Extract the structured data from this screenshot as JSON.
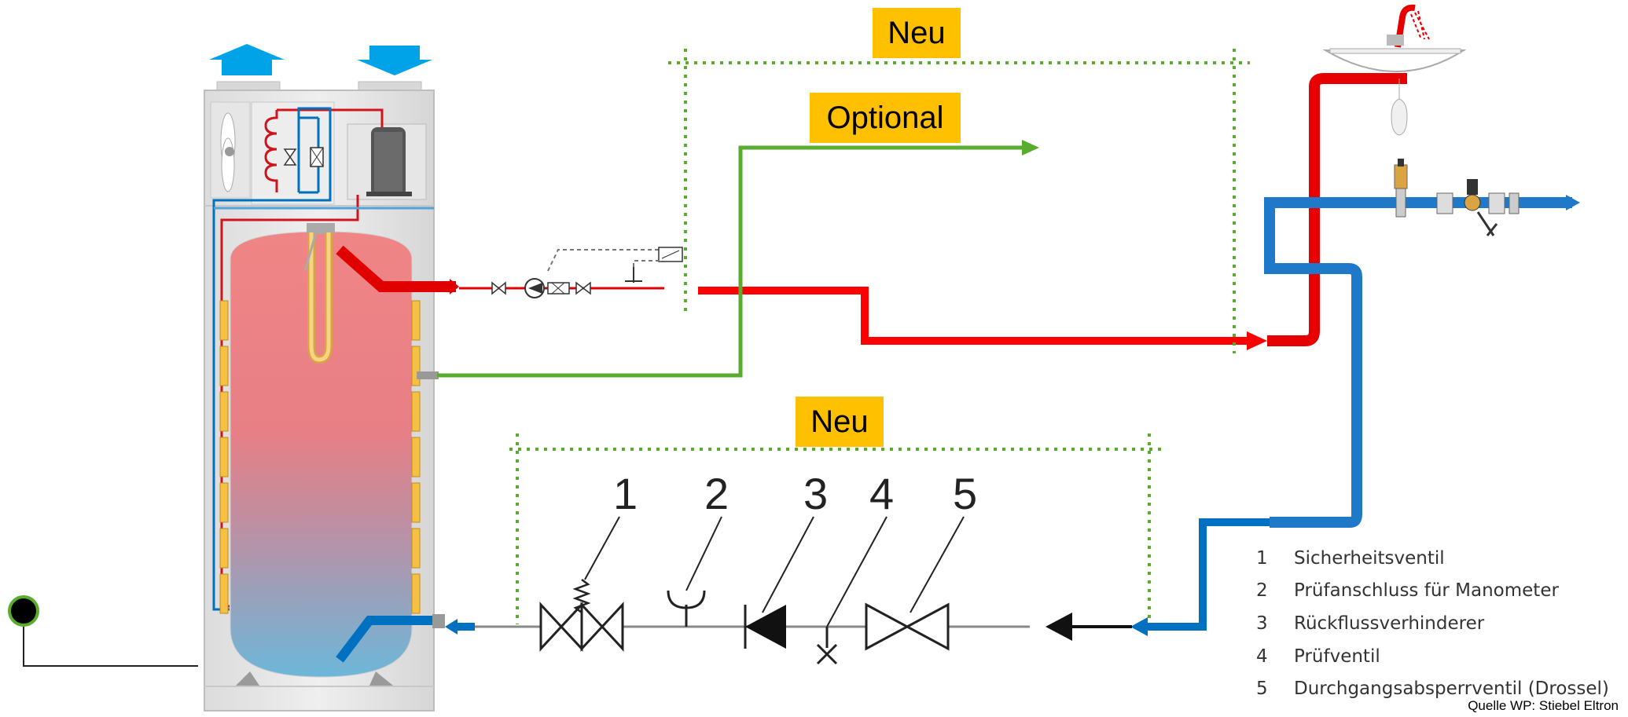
{
  "labels": {
    "neu_top": "Neu",
    "optional": "Optional",
    "neu_bottom": "Neu"
  },
  "valve_numbers": [
    "1",
    "2",
    "3",
    "4",
    "5"
  ],
  "legend": [
    {
      "num": "1",
      "text": "Sicherheitsventil"
    },
    {
      "num": "2",
      "text": "Prüfanschluss für Manometer"
    },
    {
      "num": "3",
      "text": "Rückflussverhinderer"
    },
    {
      "num": "4",
      "text": "Prüfventil"
    },
    {
      "num": "5",
      "text": "Durchgangsabsperrventil (Drossel)"
    }
  ],
  "source": "Quelle WP: Stiebel Eltron",
  "colors": {
    "hot_water": "#ff0000",
    "cold_water": "#0070c0",
    "optional_line": "#5aac2e",
    "dotted_boundary": "#5aac2e",
    "tag_background": "#ffc000",
    "air_arrows": "#00a2e8"
  }
}
